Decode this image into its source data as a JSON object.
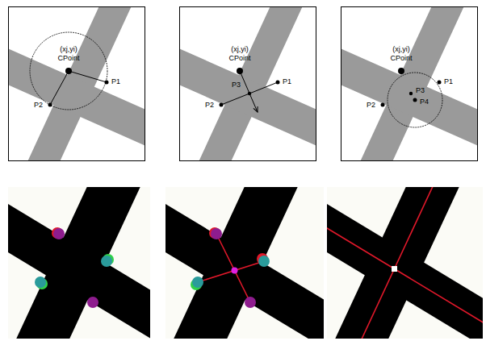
{
  "diagram": {
    "labels": [
      "(xj,yi)",
      "CPoint",
      "P1",
      "P2",
      "(xj,yi)",
      "CPoint",
      "P1",
      "P2",
      "P3",
      "(xj,yi)",
      "CPoint",
      "P3",
      "P1",
      "P4",
      "P2"
    ]
  }
}
